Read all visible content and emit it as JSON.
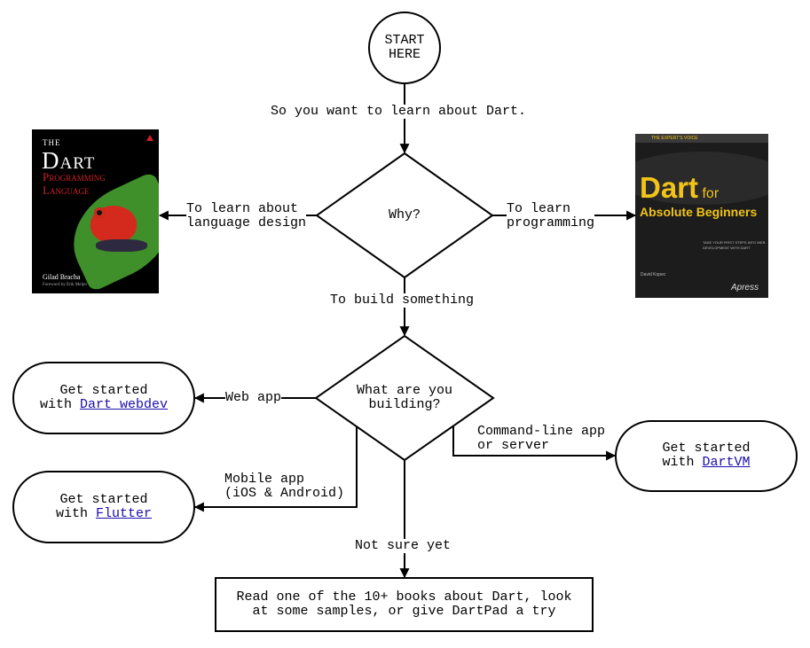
{
  "start": {
    "line1": "START",
    "line2": "HERE"
  },
  "edges": {
    "intro": "So you want to learn about Dart.",
    "language_design": {
      "line1": "To learn about",
      "line2": "language design"
    },
    "programming": {
      "line1": "To learn",
      "line2": "programming"
    },
    "build": "To build something",
    "web_app": "Web app",
    "mobile_app": {
      "line1": "Mobile app",
      "line2": "(iOS & Android)"
    },
    "cli": {
      "line1": "Command-line app",
      "line2": "or server"
    },
    "not_sure": "Not sure yet"
  },
  "decisions": {
    "why": "Why?",
    "what": {
      "line1": "What are you",
      "line2": "building?"
    }
  },
  "outcomes": {
    "webdev": {
      "prefix": "Get started",
      "with": "with ",
      "link": "Dart webdev"
    },
    "flutter": {
      "prefix": "Get started",
      "with": "with ",
      "link": "Flutter"
    },
    "dartvm": {
      "prefix": "Get started",
      "with": "with ",
      "link": "DartVM"
    },
    "books": {
      "line1": "Read one of the 10+ books about Dart, look",
      "line2": "at some samples, or give DartPad a try"
    }
  },
  "book_left": {
    "title_small": "The",
    "title_big": "Dart",
    "subtitle1": "Programming",
    "subtitle2": "Language",
    "author": "Gilad Bracha",
    "foreword": "Foreword by Erik Meijer",
    "colors": {
      "bg": "#000000",
      "title": "#ffffff",
      "subtitle": "#d0202a",
      "frog": "#d42a1e",
      "leaf": "#3f8f2a"
    }
  },
  "book_right": {
    "series": "THE EXPERT'S VOICE",
    "title1": "Dart",
    "title1b": "for",
    "title2": "Absolute Beginners",
    "blurb1": "TAKE YOUR FIRST STEPS INTO WEB",
    "blurb2": "DEVELOPMENT WITH DART",
    "author": "David Kopec",
    "publisher": "Apress",
    "colors": {
      "bg": "#1c1c1c",
      "title": "#f2c418",
      "stripe": "#3a3a3a"
    }
  }
}
